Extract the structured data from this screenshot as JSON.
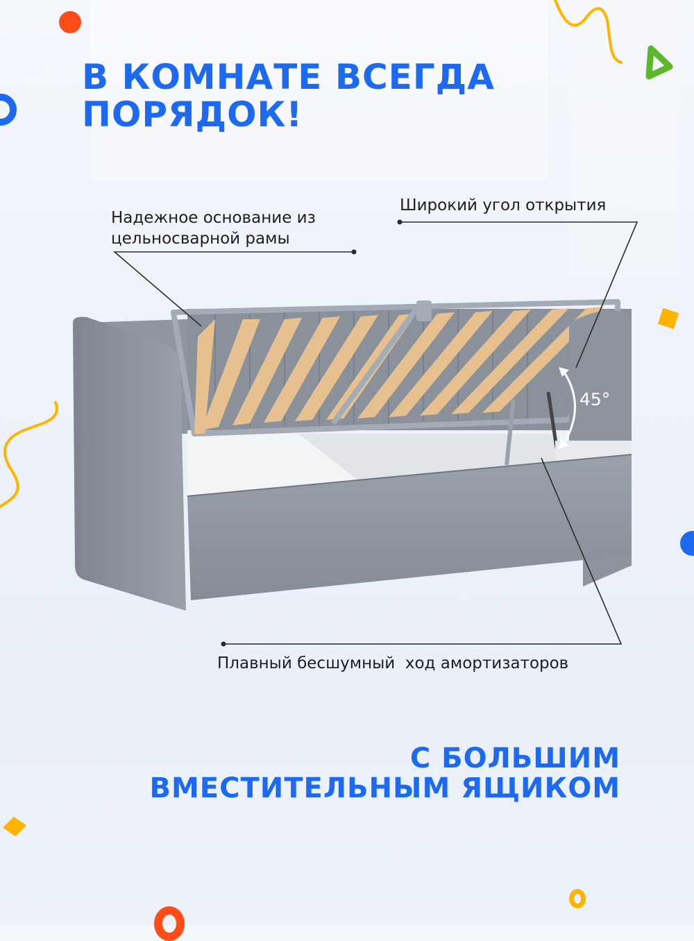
{
  "headline": {
    "line1": "В КОМНАТЕ ВСЕГДА",
    "line2": "ПОРЯДОК!"
  },
  "callouts": {
    "frame": {
      "line1": "Надежное основание из",
      "line2": "цельносварной рамы"
    },
    "angle": "Широкий угол открытия",
    "shocks": "Плавный бесшумный  ход амортизаторов"
  },
  "angle_label": "45°",
  "footer_headline": {
    "line1": "С БОЛЬШИМ",
    "line2": "ВМЕСТИТЕЛЬНЫМ ЯЩИКОМ"
  },
  "colors": {
    "accent_blue": "#1d6af0",
    "orange_red": "#ff4d1a",
    "yellow": "#ffb400",
    "green": "#5cb82a",
    "bed_gray": "#8c939d",
    "slat_wood": "#e6c08e"
  },
  "decorations": [
    "orange-dot",
    "blue-ring",
    "yellow-squiggle-arrow",
    "green-triangle",
    "yellow-squiggle-left",
    "yellow-diamond-right",
    "blue-dot-right",
    "yellow-diamond-left",
    "orange-ring",
    "yellow-ring"
  ]
}
